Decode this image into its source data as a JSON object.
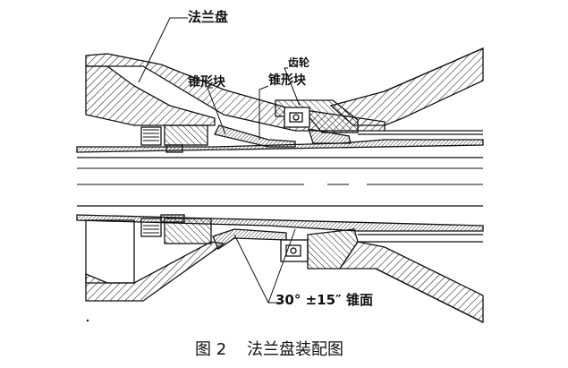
{
  "labels": {
    "flange": "法兰盘",
    "gear": "齿轮",
    "cone_block_1": "锥形块",
    "cone_block_2": "锥形块",
    "cone_face": "30° ±15″ 锥面"
  },
  "caption": {
    "number": "图 2",
    "title": "法兰盘装配图"
  }
}
